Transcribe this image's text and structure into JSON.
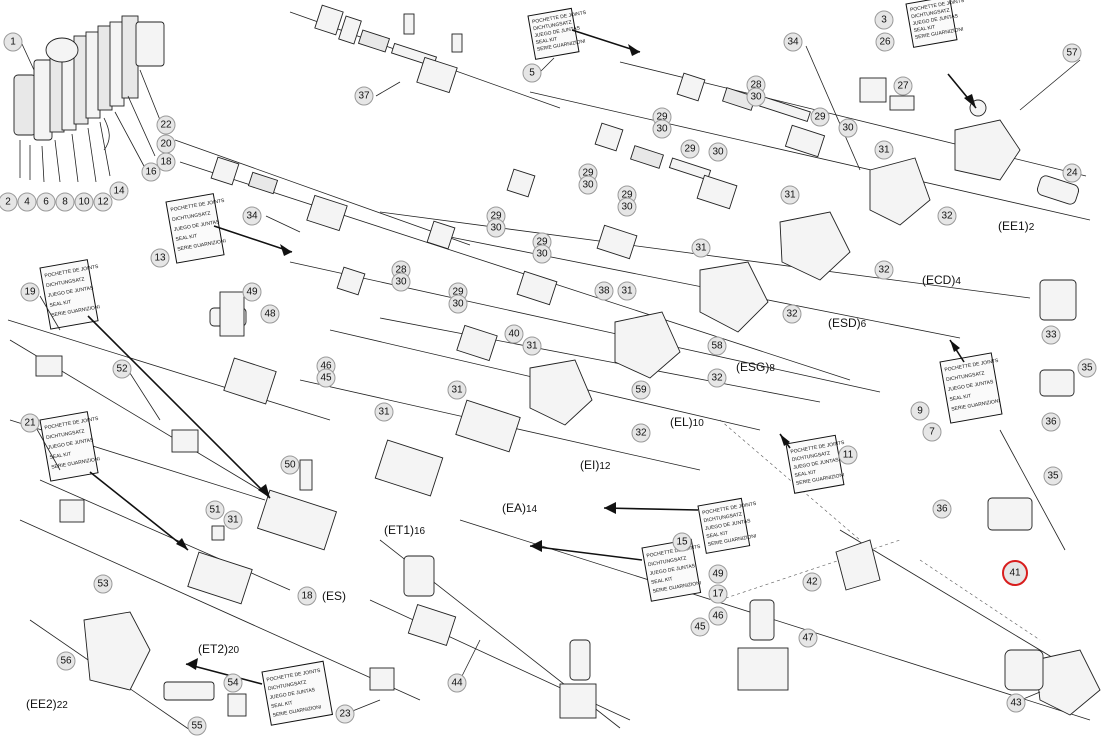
{
  "callouts": [
    {
      "n": "1"
    },
    {
      "n": "2"
    },
    {
      "n": "4"
    },
    {
      "n": "6"
    },
    {
      "n": "8"
    },
    {
      "n": "10"
    },
    {
      "n": "12"
    },
    {
      "n": "14"
    },
    {
      "n": "16"
    },
    {
      "n": "18"
    },
    {
      "n": "20"
    },
    {
      "n": "22"
    },
    {
      "n": "37"
    },
    {
      "n": "5"
    },
    {
      "n": "34"
    },
    {
      "n": "3"
    },
    {
      "n": "26"
    },
    {
      "n": "27"
    },
    {
      "n": "57"
    },
    {
      "n": "28"
    },
    {
      "n": "30"
    },
    {
      "n": "29"
    },
    {
      "n": "30"
    },
    {
      "n": "29"
    },
    {
      "n": "30"
    },
    {
      "n": "29"
    },
    {
      "n": "30"
    },
    {
      "n": "31"
    },
    {
      "n": "24"
    },
    {
      "n": "29"
    },
    {
      "n": "30"
    },
    {
      "n": "29"
    },
    {
      "n": "30"
    },
    {
      "n": "34"
    },
    {
      "n": "31"
    },
    {
      "n": "32"
    },
    {
      "n": "13"
    },
    {
      "n": "29"
    },
    {
      "n": "30"
    },
    {
      "n": "29"
    },
    {
      "n": "30"
    },
    {
      "n": "31"
    },
    {
      "n": "32"
    },
    {
      "n": "19"
    },
    {
      "n": "49"
    },
    {
      "n": "28"
    },
    {
      "n": "30"
    },
    {
      "n": "29"
    },
    {
      "n": "30"
    },
    {
      "n": "38"
    },
    {
      "n": "31"
    },
    {
      "n": "32"
    },
    {
      "n": "33"
    },
    {
      "n": "48"
    },
    {
      "n": "40"
    },
    {
      "n": "31"
    },
    {
      "n": "58"
    },
    {
      "n": "52"
    },
    {
      "n": "46"
    },
    {
      "n": "45"
    },
    {
      "n": "59"
    },
    {
      "n": "32"
    },
    {
      "n": "35"
    },
    {
      "n": "9"
    },
    {
      "n": "21"
    },
    {
      "n": "31"
    },
    {
      "n": "31"
    },
    {
      "n": "32"
    },
    {
      "n": "36"
    },
    {
      "n": "7"
    },
    {
      "n": "11"
    },
    {
      "n": "50"
    },
    {
      "n": "35"
    },
    {
      "n": "51"
    },
    {
      "n": "31"
    },
    {
      "n": "36"
    },
    {
      "n": "15"
    },
    {
      "n": "53"
    },
    {
      "n": "49"
    },
    {
      "n": "17"
    },
    {
      "n": "42"
    },
    {
      "n": "41"
    },
    {
      "n": "46"
    },
    {
      "n": "45"
    },
    {
      "n": "47"
    },
    {
      "n": "56"
    },
    {
      "n": "54"
    },
    {
      "n": "44"
    },
    {
      "n": "23"
    },
    {
      "n": "55"
    },
    {
      "n": "43"
    },
    {
      "n": "18"
    }
  ],
  "group_labels": [
    {
      "code": "(EE1)",
      "num": "2"
    },
    {
      "code": "(ECD)",
      "num": "4"
    },
    {
      "code": "(ESD)",
      "num": "6"
    },
    {
      "code": "(ESG)",
      "num": "8"
    },
    {
      "code": "(EL)",
      "num": "10"
    },
    {
      "code": "(EI)",
      "num": "12"
    },
    {
      "code": "(EA)",
      "num": "14"
    },
    {
      "code": "(ET1)",
      "num": "16"
    },
    {
      "code": "(ES)",
      "num": ""
    },
    {
      "code": "(ET2)",
      "num": "20"
    },
    {
      "code": "(EE2)",
      "num": "22"
    }
  ],
  "seal_kit_label": [
    "POCHETTE DE JOINTS",
    "DICHTUNGSATZ",
    "JUEGO DE JUNTAS",
    "SEAL KIT",
    "SERIE GUARNIZIONI"
  ],
  "highlight": {
    "callout": "41",
    "color": "#d81e1e"
  }
}
